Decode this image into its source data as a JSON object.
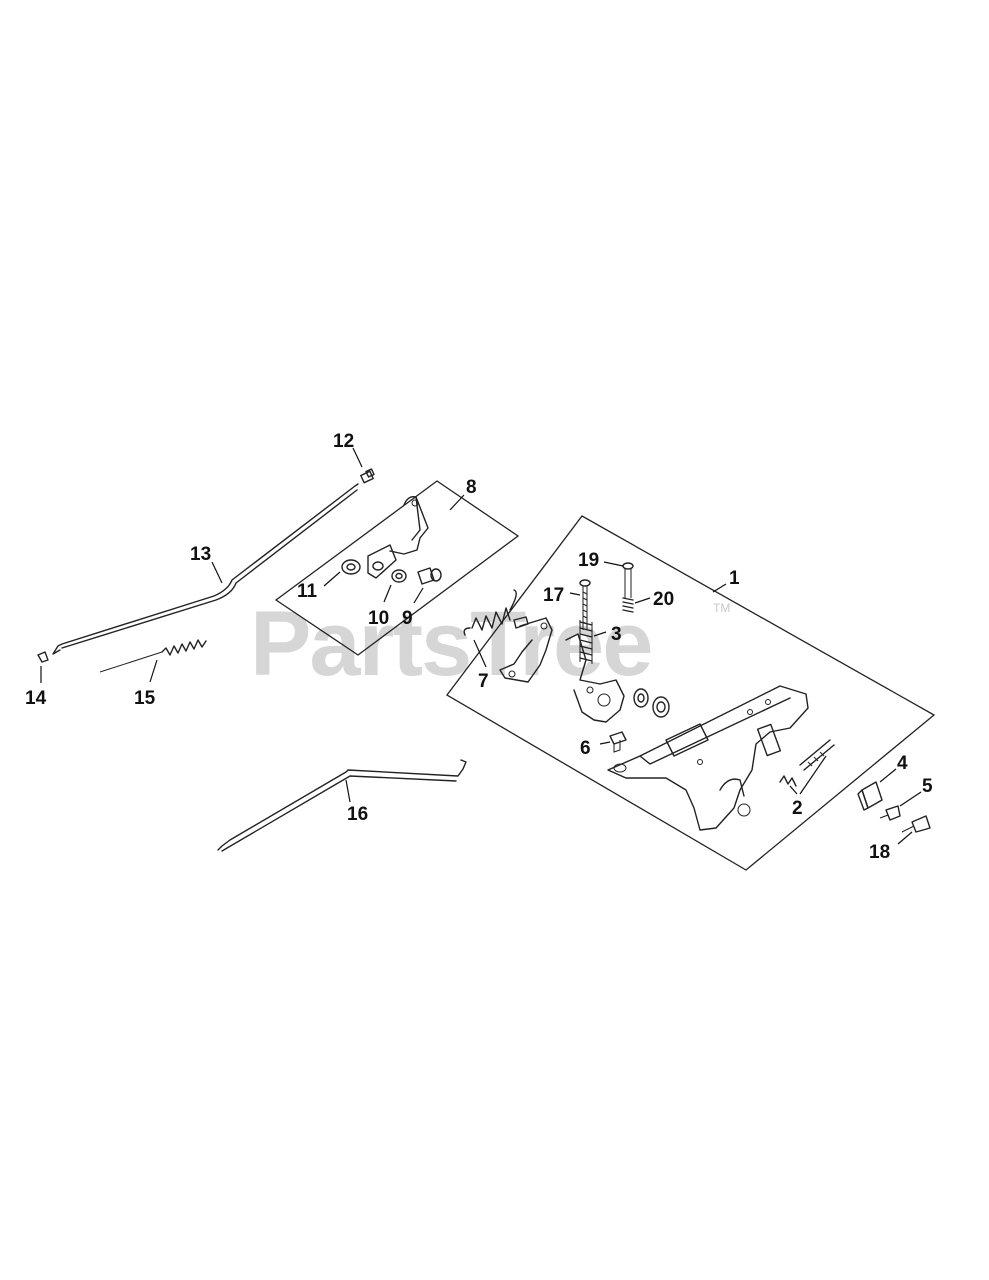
{
  "watermark": {
    "text": "PartsTree",
    "trademark": "TM"
  },
  "callouts": {
    "c1": "1",
    "c2": "2",
    "c3": "3",
    "c4": "4",
    "c5": "5",
    "c6": "6",
    "c7": "7",
    "c8": "8",
    "c9": "9",
    "c10": "10",
    "c11": "11",
    "c12": "12",
    "c13": "13",
    "c14": "14",
    "c15": "15",
    "c16": "16",
    "c17": "17",
    "c18": "18",
    "c19": "19",
    "c20": "20"
  }
}
